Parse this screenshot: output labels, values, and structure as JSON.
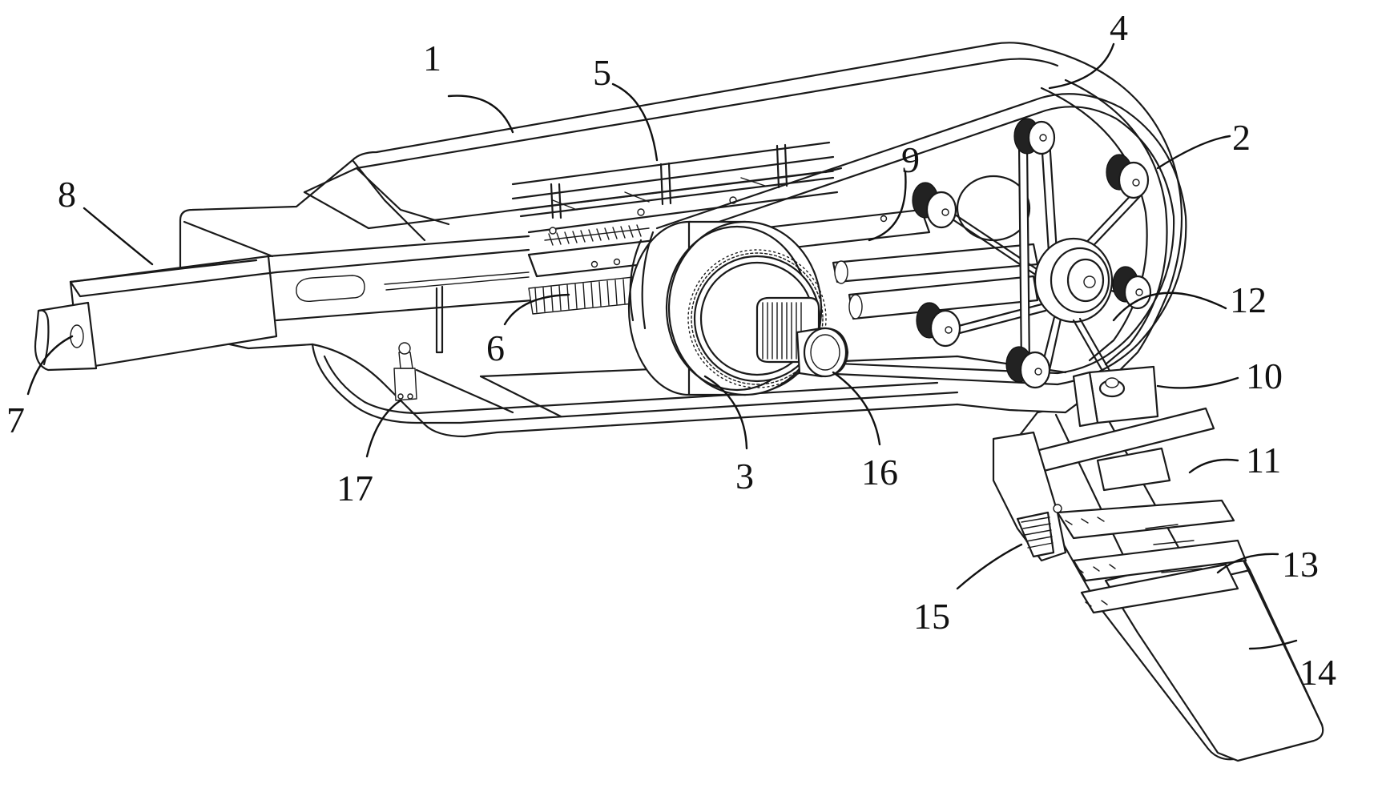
{
  "callouts": [
    {
      "id": "1",
      "text": "1"
    },
    {
      "id": "2",
      "text": "2"
    },
    {
      "id": "3",
      "text": "3"
    },
    {
      "id": "4",
      "text": "4"
    },
    {
      "id": "5",
      "text": "5"
    },
    {
      "id": "6",
      "text": "6"
    },
    {
      "id": "7",
      "text": "7"
    },
    {
      "id": "8",
      "text": "8"
    },
    {
      "id": "9",
      "text": "9"
    },
    {
      "id": "10",
      "text": "10"
    },
    {
      "id": "11",
      "text": "11"
    },
    {
      "id": "12",
      "text": "12"
    },
    {
      "id": "13",
      "text": "13"
    },
    {
      "id": "14",
      "text": "14"
    },
    {
      "id": "15",
      "text": "15"
    },
    {
      "id": "16",
      "text": "16"
    },
    {
      "id": "17",
      "text": "17"
    }
  ],
  "style": {
    "line_color": "#1a1a1a",
    "background": "#ffffff"
  }
}
